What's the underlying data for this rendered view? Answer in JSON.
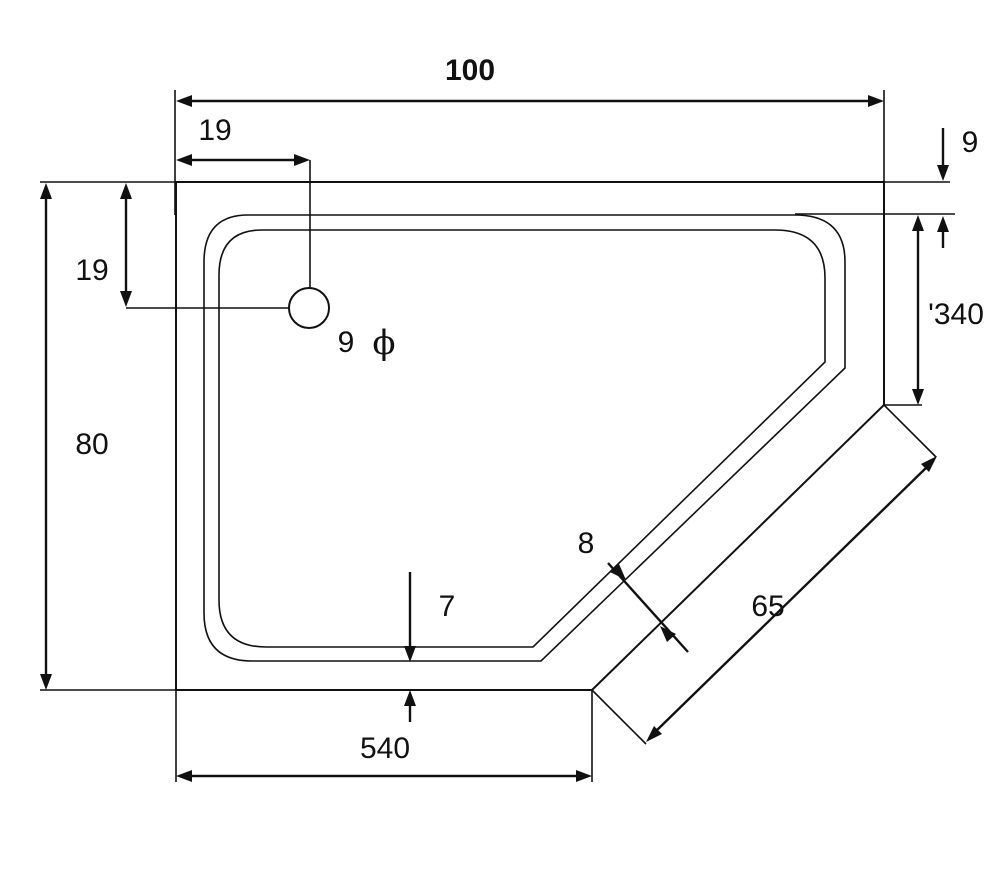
{
  "dimensions": {
    "overall_width": "100",
    "drain_offset_x": "19",
    "top_rim": "9",
    "drain_offset_y": "19",
    "drain_diameter": "9",
    "diameter_symbol": "ϕ",
    "side_segment": "'340",
    "overall_depth": "80",
    "angled_rim": "8",
    "angled_side": "65",
    "bottom_rim": "7",
    "bottom_segment": "540"
  }
}
